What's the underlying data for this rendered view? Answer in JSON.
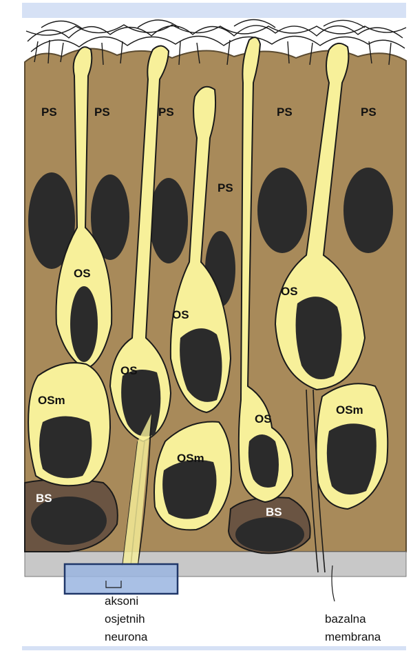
{
  "colors": {
    "band": "#d6e1f5",
    "tissue": "#a88a5a",
    "tissue_edge": "#5a4a30",
    "neuron": "#f7f09a",
    "nucleus": "#2b2b2b",
    "basal": "#6a5442",
    "membrane": "#c8c8c8",
    "highlight_fill": "#9ab5e0",
    "highlight_stroke": "#1f3668"
  },
  "labels": {
    "ps1": "PS",
    "ps2": "PS",
    "ps3": "PS",
    "ps4": "PS",
    "ps5": "PS",
    "ps6": "PS",
    "os1": "OS",
    "os2": "OS",
    "os3": "OS",
    "os4": "OS",
    "os5": "OS",
    "osm1": "OSm",
    "osm2": "OSm",
    "osm3": "OSm",
    "bs1": "BS",
    "bs2": "BS"
  },
  "captions": {
    "axons": [
      "aksoni",
      "osjetnih",
      "neurona"
    ],
    "membrane": [
      "bazalna",
      "membrana"
    ]
  }
}
